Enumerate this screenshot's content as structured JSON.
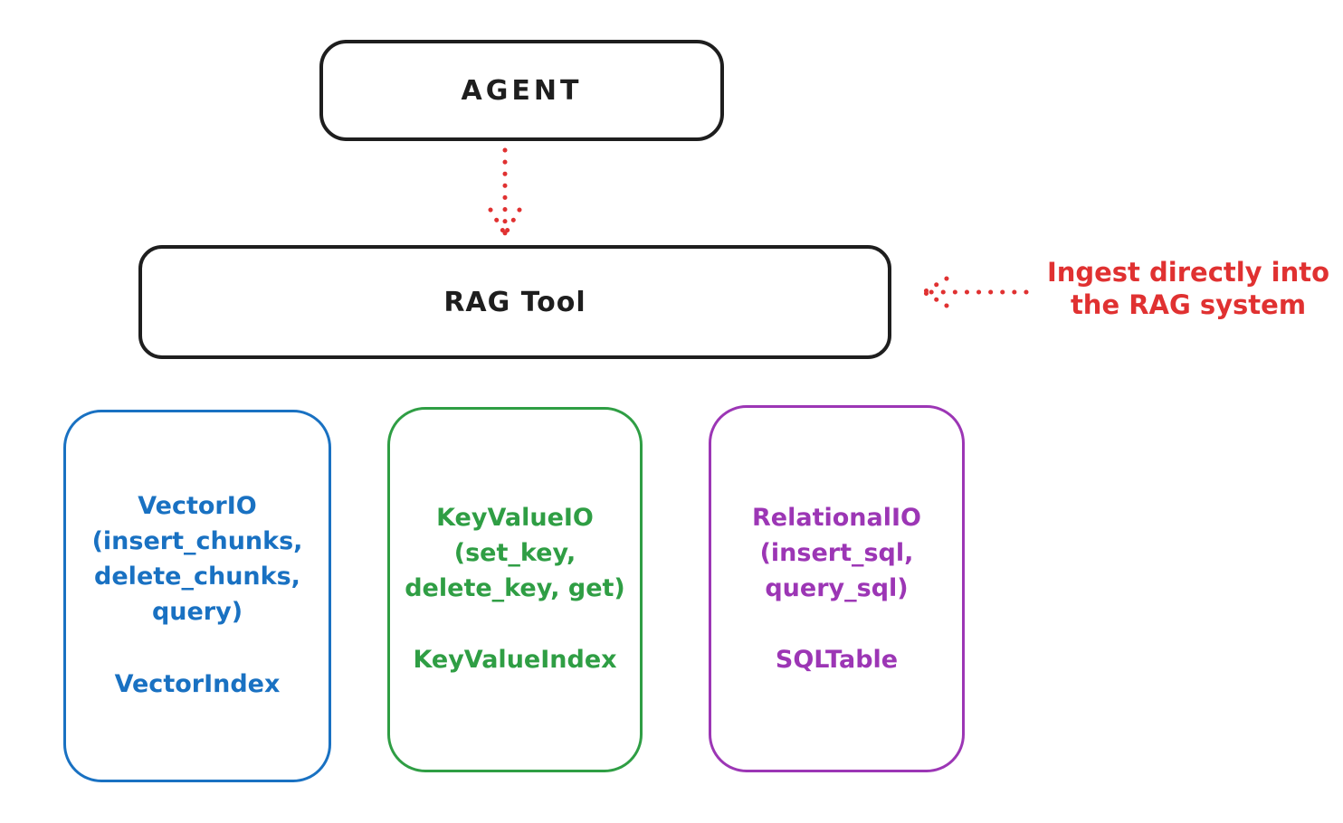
{
  "colors": {
    "ink": "#1e1e1e",
    "accent_red": "#e03131",
    "vector_blue": "#1971c2",
    "keyvalue_green": "#2f9e44",
    "relational_purple": "#9c36b5",
    "background": "#ffffff"
  },
  "nodes": {
    "agent": {
      "label": "AGENT"
    },
    "rag_tool": {
      "label": "RAG Tool"
    }
  },
  "annotation": {
    "text": "Ingest directly into\nthe RAG system",
    "color": "#e03131"
  },
  "storage_boxes": [
    {
      "id": "vector-io",
      "interface": "VectorIO\n(insert_chunks,\ndelete_chunks,\nquery)",
      "index": "VectorIndex",
      "color": "#1971c2"
    },
    {
      "id": "key-value-io",
      "interface": "KeyValueIO\n(set_key,\ndelete_key, get)",
      "index": "KeyValueIndex",
      "color": "#2f9e44"
    },
    {
      "id": "relational-io",
      "interface": "RelationalIO\n(insert_sql,\nquery_sql)",
      "index": "SQLTable",
      "color": "#9c36b5"
    }
  ]
}
